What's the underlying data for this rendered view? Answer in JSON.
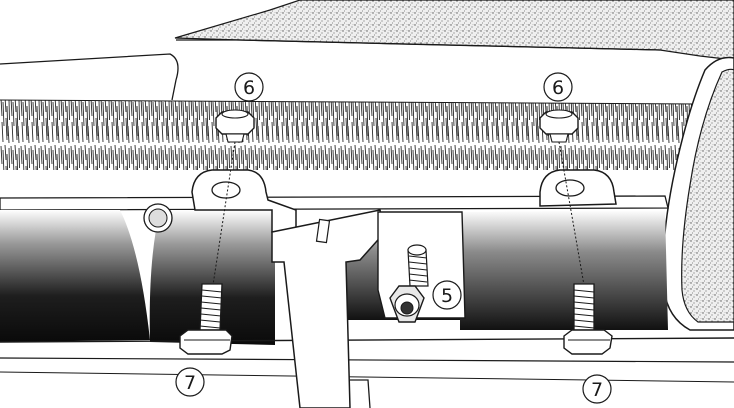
{
  "callouts": {
    "nut_top_left": "6",
    "nut_top_right": "6",
    "nut_lower": "5",
    "bolt_left": "7",
    "bolt_right": "7"
  },
  "colors": {
    "line": "#1a1a1a",
    "texture_dark": "#3a3a3a",
    "background": "#ffffff"
  }
}
